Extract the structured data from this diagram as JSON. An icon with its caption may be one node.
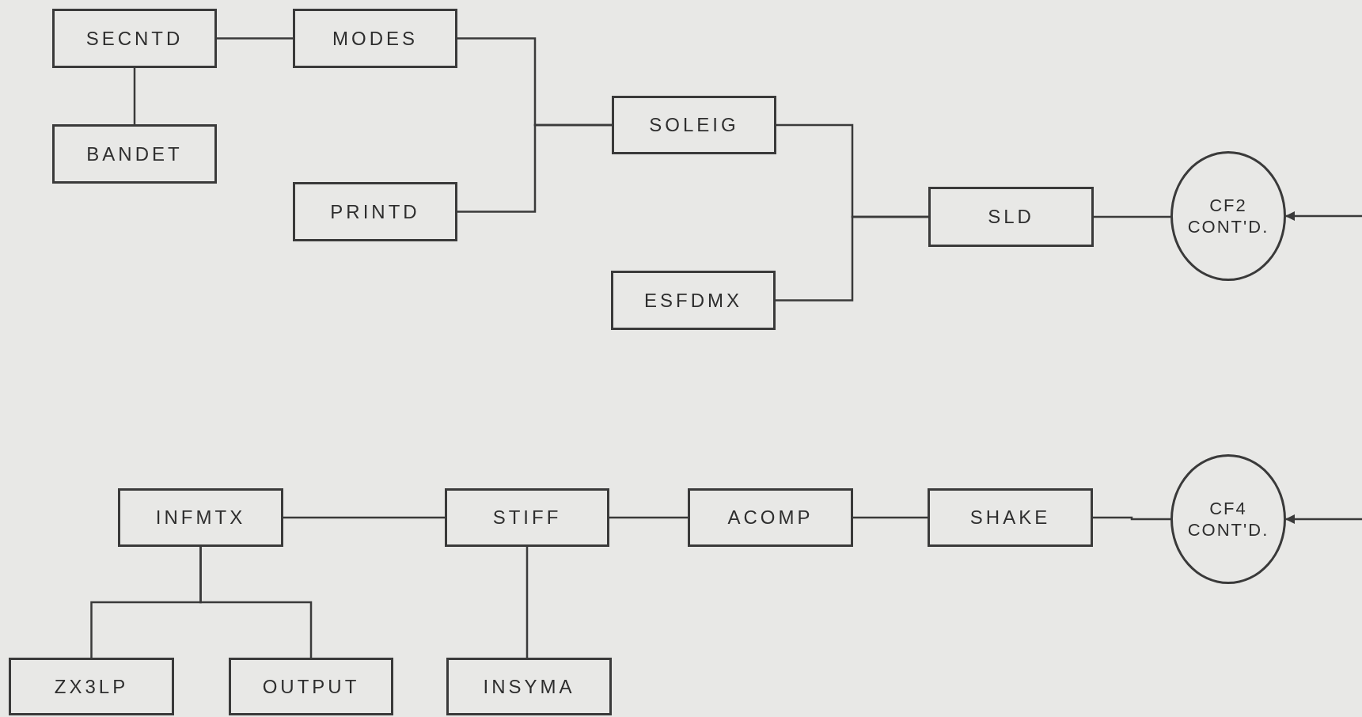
{
  "diagram": {
    "nodes": [
      {
        "text": [
          "SECNTD"
        ]
      },
      {
        "text": [
          "MODES"
        ]
      },
      {
        "text": [
          "BANDET"
        ]
      },
      {
        "text": [
          "SOLEIG"
        ]
      },
      {
        "text": [
          "PRINTD"
        ]
      },
      {
        "text": [
          "SLD"
        ]
      },
      {
        "text": [
          "CF2",
          "CONT'D."
        ]
      },
      {
        "text": [
          "ESFDMX"
        ]
      },
      {
        "text": [
          "INFMTX"
        ]
      },
      {
        "text": [
          "STIFF"
        ]
      },
      {
        "text": [
          "ACOMP"
        ]
      },
      {
        "text": [
          "SHAKE"
        ]
      },
      {
        "text": [
          "CF4",
          "CONT'D."
        ]
      },
      {
        "text": [
          "ZX3LP"
        ]
      },
      {
        "text": [
          "OUTPUT"
        ]
      },
      {
        "text": [
          "INSYMA"
        ]
      }
    ],
    "edges": [
      {
        "from": 0,
        "to": 1,
        "arrow": "none"
      },
      {
        "from": 0,
        "to": 2,
        "arrow": "none"
      },
      {
        "from": 1,
        "to": 3,
        "arrow": "none"
      },
      {
        "from": 4,
        "to": 3,
        "arrow": "none"
      },
      {
        "from": 3,
        "to": 5,
        "arrow": "none"
      },
      {
        "from": 7,
        "to": 5,
        "arrow": "none"
      },
      {
        "from": 5,
        "to": 6,
        "arrow": "none"
      },
      {
        "from": null,
        "to": 6,
        "arrow": "to"
      },
      {
        "from": 8,
        "to": 9,
        "arrow": "none"
      },
      {
        "from": 9,
        "to": 10,
        "arrow": "none"
      },
      {
        "from": 10,
        "to": 11,
        "arrow": "none"
      },
      {
        "from": 11,
        "to": 12,
        "arrow": "none"
      },
      {
        "from": null,
        "to": 12,
        "arrow": "to"
      },
      {
        "from": 8,
        "to": 13,
        "arrow": "none"
      },
      {
        "from": 8,
        "to": 14,
        "arrow": "none"
      },
      {
        "from": 9,
        "to": 15,
        "arrow": "none"
      }
    ]
  }
}
